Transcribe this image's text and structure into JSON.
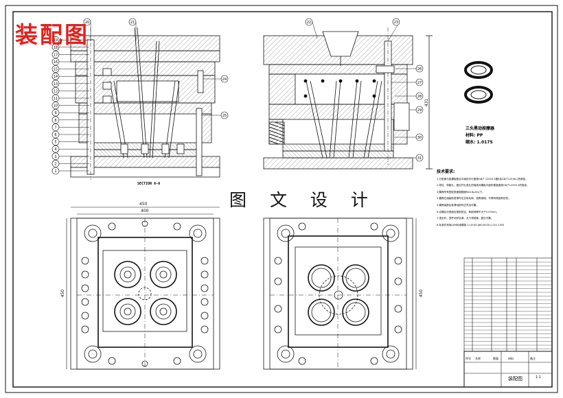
{
  "title": "装配图",
  "watermark": "图 文 设 计",
  "section_label": "SECTION A-A",
  "part": {
    "name": "三头黑动按摩器",
    "material": "材料: PP",
    "shrinkage": "缩水: 1.0175"
  },
  "notes": {
    "heading": "技术要求:",
    "items": [
      "1.分型面与各模板配合平面的平行度按GB/T 12555.2图8及GB/T12556.2的规定。",
      "2.导柱、导套孔、复位杆孔各孔的轴线对模板平面的垂直度按GB/T12555.2的规定。",
      "3.模具所有型腔表面粗糙度Ra0.8μm以下。",
      "4.模具在组装前各零件应去除毛刺、锐角倒钝。不得有锈迹和划伤。",
      "5.模具装配后各滑动部件应灵活可靠。",
      "6.合模后分型面应紧密贴合，局部间隙不大于0.03mm。",
      "7.顶出时，顶杆动作协调，无卡滞现象，复位可靠。",
      "8.标准件采用LKM标准模架 CI-4545-A80-B100-C120-1300"
    ]
  },
  "dimensions": {
    "overall_width": "450",
    "inner_width": "400",
    "plate_height": "450",
    "top_height": "431"
  },
  "callouts_left": [
    "1",
    "2",
    "3",
    "4",
    "5",
    "6",
    "7",
    "8",
    "9",
    "10",
    "11",
    "12",
    "13",
    "14",
    "15",
    "16",
    "17",
    "18",
    "19"
  ],
  "callouts_top": [
    "20",
    "21",
    "22",
    "23"
  ],
  "callouts_right": [
    "24",
    "25",
    "26",
    "27",
    "28",
    "29",
    "30",
    "31"
  ],
  "title_block": {
    "col_headers": [
      "序号",
      "名称",
      "数量",
      "材料",
      "备注"
    ],
    "caption": "装配图",
    "scale": "1:1"
  },
  "colors": {
    "title": "#e2221f",
    "ink": "#111111",
    "hatch": "#555555",
    "background": "#ffffff"
  }
}
